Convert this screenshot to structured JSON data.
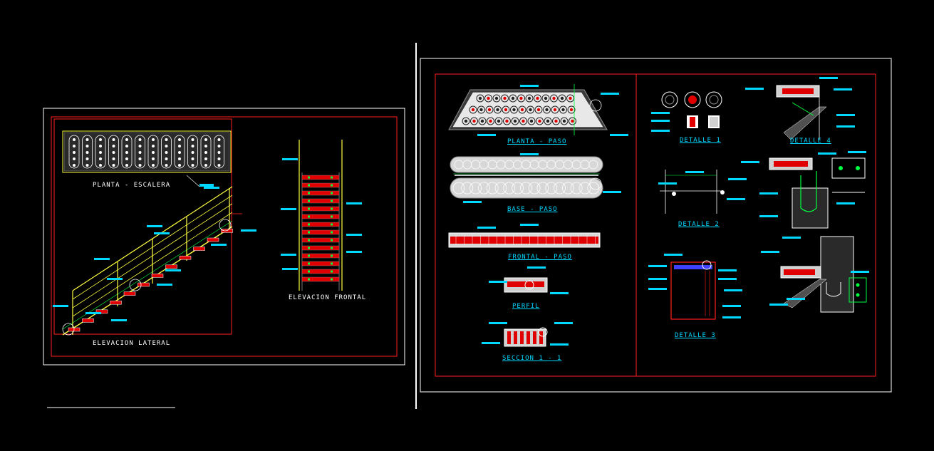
{
  "colors": {
    "background": "#000000",
    "frame_white": "#ffffff",
    "frame_red": "#ff2020",
    "yellow": "#ffff40",
    "cyan": "#00d8ff",
    "green": "#00ff40",
    "red_fill": "#e00000",
    "gray": "#909090"
  },
  "left_sheet": {
    "planta_label": "PLANTA - ESCALERA",
    "lateral_label": "ELEVACION LATERAL",
    "frontal_label": "ELEVACION FRONTAL"
  },
  "right_sheet": {
    "planta_paso_label": "PLANTA - PASO",
    "base_paso_label": "BASE - PASO",
    "frontal_paso_label": "FRONTAL - PASO",
    "perfil_label": "PERFIL",
    "seccion_label": "SECCION 1 - 1",
    "detalle1_label": "DETALLE 1",
    "detalle2_label": "DETALLE 2",
    "detalle3_label": "DETALLE 3",
    "detalle4_label": "DETALLE 4"
  }
}
